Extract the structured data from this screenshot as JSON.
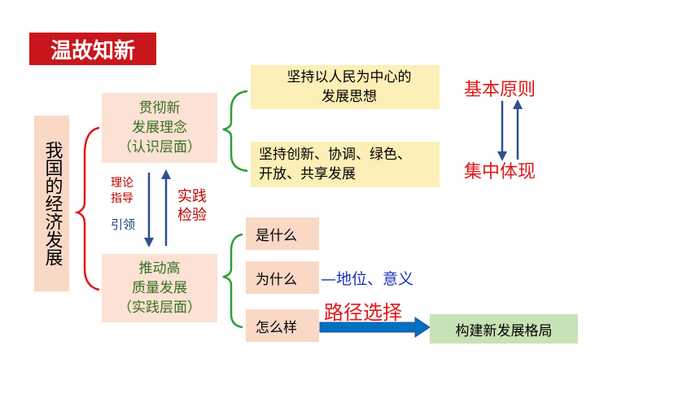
{
  "title": "温故知新",
  "root": "我国的经济发展",
  "concepts": {
    "top": [
      "贯彻新",
      "发展理念",
      "（认识层面）"
    ],
    "bottom": [
      "推动高",
      "质量发展",
      "（实践层面）"
    ]
  },
  "ideas": {
    "first": [
      "坚持以人民为中心的",
      "发展思想"
    ],
    "second": [
      "坚持创新、协调、绿色、",
      "开放、共享发展"
    ]
  },
  "principle": {
    "top": "基本原则",
    "bottom": "集中体现"
  },
  "relation": {
    "theory_guide": [
      "理论",
      "指导"
    ],
    "lead": "引领",
    "practice_check": [
      "实践",
      "检验"
    ]
  },
  "questions": [
    "是什么",
    "为什么",
    "怎么样"
  ],
  "meaning": "—地位、意义",
  "path_choice": "路径选择",
  "result": "构建新发展格局",
  "colors": {
    "badge": "#c9161c",
    "bracket_red": "#e01818",
    "bracket_green": "#2e9e3a",
    "arrow_blue": "#2f4f8f",
    "arrow_fill": "#0070c0"
  }
}
